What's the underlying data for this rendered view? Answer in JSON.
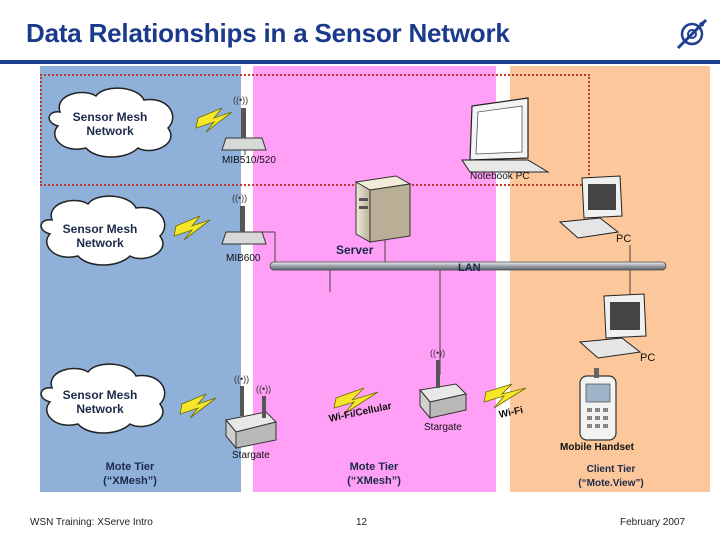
{
  "header": {
    "title": "Data Relationships in a Sensor Network"
  },
  "clouds": [
    {
      "label_line1": "Sensor Mesh",
      "label_line2": "Network"
    },
    {
      "label_line1": "Sensor Mesh",
      "label_line2": "Network"
    },
    {
      "label_line1": "Sensor Mesh",
      "label_line2": "Network"
    }
  ],
  "devices": {
    "mib510": "MIB510/520",
    "mib600": "MIB600",
    "notebook": "Notebook PC",
    "server": "Server",
    "pc1": "PC",
    "pc2": "PC",
    "lan": "LAN",
    "stargate_left": "Stargate",
    "stargate_mid": "Stargate",
    "handset": "Mobile Handset"
  },
  "links": {
    "wifi_cellular": "Wi-Fi/Cellular",
    "wifi": "Wi-Fi"
  },
  "tiers": [
    {
      "name": "Mote Tier",
      "sub": "(“XMesh”)"
    },
    {
      "name": "Mote Tier",
      "sub": "(“XMesh”)"
    },
    {
      "name": "Client Tier",
      "sub": "(“Mote.View”)"
    }
  ],
  "footer": {
    "left": "WSN Training: XServe Intro",
    "center": "12",
    "right": "February 2007"
  },
  "colors": {
    "title": "#1a3a8c",
    "mote_tier_left": "#8fb0d9",
    "mote_tier_mid": "#ff9ff5",
    "client_tier": "#fcc79b",
    "bolt": "#f5e62a"
  }
}
